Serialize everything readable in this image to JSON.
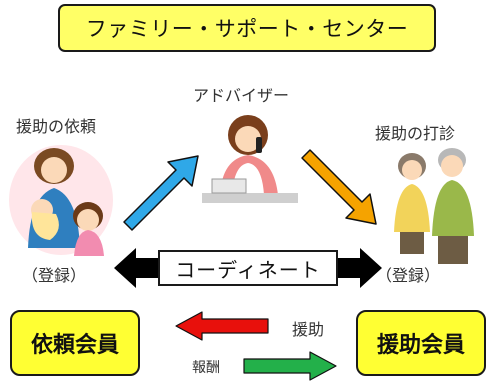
{
  "header": {
    "title": "ファミリー・サポート・センター"
  },
  "roles": {
    "advisor": "アドバイザー",
    "request_label": "援助の依頼",
    "inquiry_label": "援助の打診",
    "register_left": "（登録）",
    "register_right": "（登録）"
  },
  "coordinate": {
    "label": "コーディネート"
  },
  "members": {
    "client": "依頼会員",
    "provider": "援助会員"
  },
  "flows": {
    "support": "援助",
    "reward": "報酬"
  },
  "colors": {
    "title_fill": "#ffff66",
    "member_fill": "#ffff33",
    "arrow_blue": "#2fa8e8",
    "arrow_orange": "#f5a300",
    "arrow_red": "#e8100c",
    "arrow_green": "#23b04a",
    "arrow_black": "#000000"
  },
  "icons": {
    "parent_child": "mother-with-children-illustration",
    "advisor": "advisor-on-phone-illustration",
    "elderly_couple": "elderly-couple-illustration"
  }
}
